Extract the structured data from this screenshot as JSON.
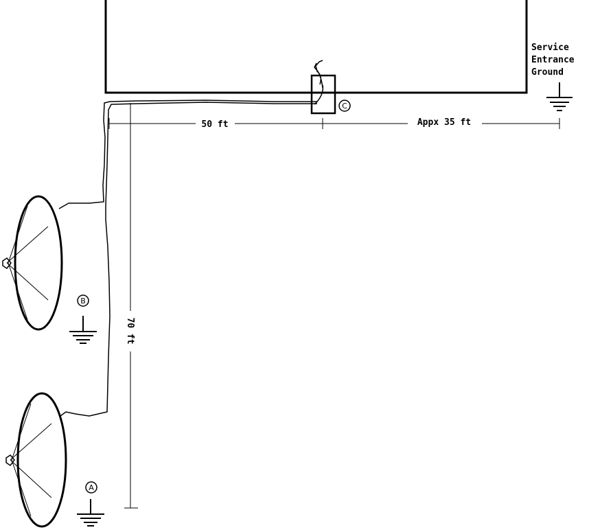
{
  "labels": {
    "service_entrance_line1": "Service",
    "service_entrance_line2": "Entrance",
    "service_entrance_line3": "Ground",
    "dim_50": "50 ft",
    "dim_35": "Appx 35 ft",
    "dim_70": "70 ft",
    "marker_a": "A",
    "marker_b": "B",
    "marker_c": "C"
  },
  "colors": {
    "line": "#000000",
    "background": "#ffffff"
  },
  "icons": [
    "ground-symbol-icon",
    "satellite-dish-icon"
  ]
}
